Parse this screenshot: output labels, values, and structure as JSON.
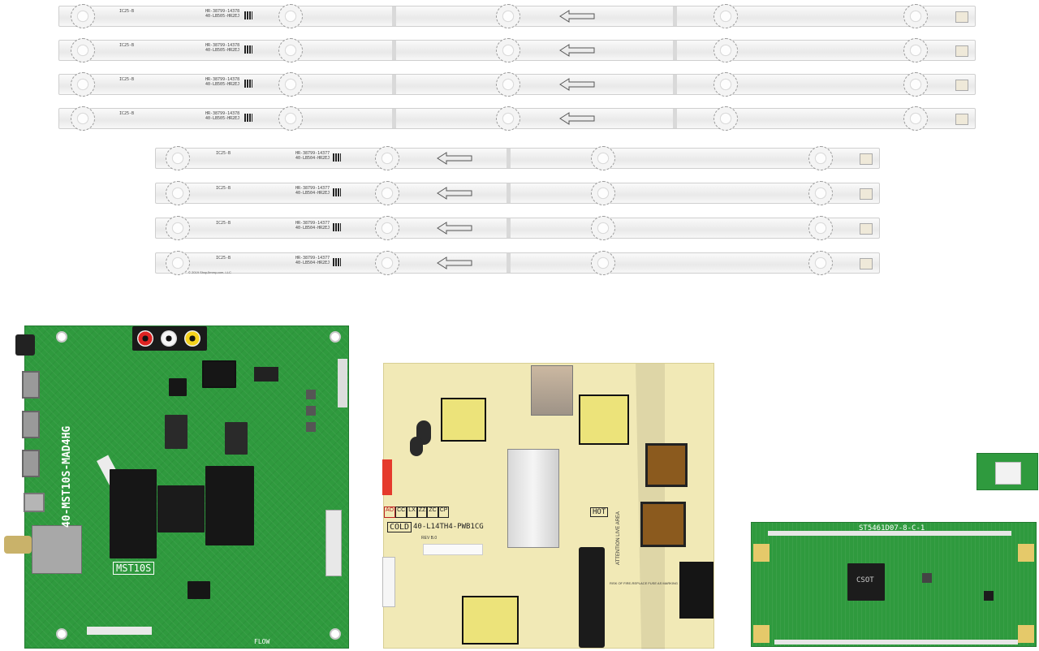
{
  "led_strips": {
    "long": {
      "label_code": "IC25-B",
      "label_line1": "HR-38799-14378",
      "label_line2": "40-LB505-HR2EJ",
      "count": 4
    },
    "short": {
      "label_code": "IC25-B",
      "label_line1": "HR-38799-14377",
      "label_line2": "40-LB504-HR2EJ",
      "count": 4
    },
    "copyright": "© 2019 ShopJimmy.com, LLC"
  },
  "main_board": {
    "model": "40-MST10S-MAD4HG",
    "chip_label": "MST10S",
    "flow_label": "FLOW",
    "sticker": "40-MST10S-MAD4HG"
  },
  "power_board": {
    "model": "40-L14TH4-PWB1CG",
    "cold_label": "COLD",
    "hot_label": "HOT",
    "attention": "ATTENTION LIVE AREA",
    "fuse_warning": "RISK OF FIRE-REPLACE FUSE AS MARKING",
    "cert_marks": [
      "AO",
      "CC",
      "LX",
      "ZZ",
      "ZC",
      "CP"
    ],
    "serial_label": "REV B.0"
  },
  "tcon_board": {
    "model": "ST5461D07-8-C-1",
    "chip_label": "CSOT"
  },
  "wifi_module": {
    "name": "wifi-module"
  },
  "colors": {
    "pcb_green": "#2f9a3e",
    "power_board_yellow": "#f1e9b6",
    "strip_white": "#f0f0f0"
  }
}
